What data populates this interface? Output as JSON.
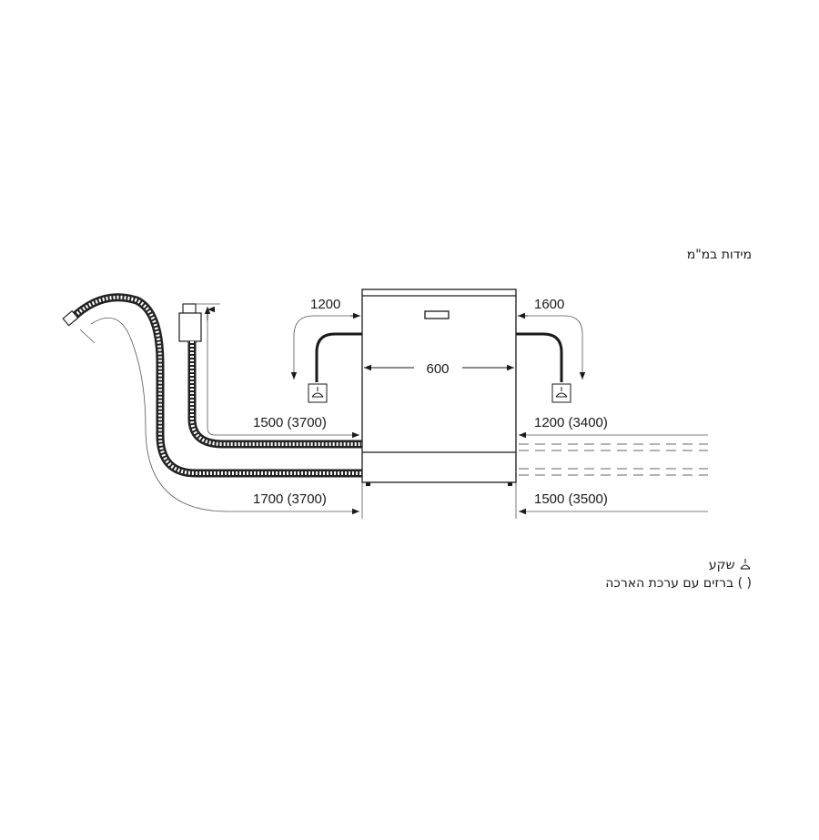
{
  "units_label": "מידות במ\"מ",
  "dimensions": {
    "left_upper_hose": "1200",
    "right_upper_hose": "1600",
    "appliance_width": "600",
    "left_drain": "1500 (3700)",
    "right_drain": "1200 (3400)",
    "left_supply": "1700 (3700)",
    "right_supply": "1500 (3500)"
  },
  "legend": {
    "sink_label": "שקע",
    "tap_label": "ברזים עם ערכת הארכה",
    "tap_symbol": "( )"
  },
  "colors": {
    "line": "#1a1a1a",
    "thin_line": "#555555",
    "hose": "#222222"
  }
}
